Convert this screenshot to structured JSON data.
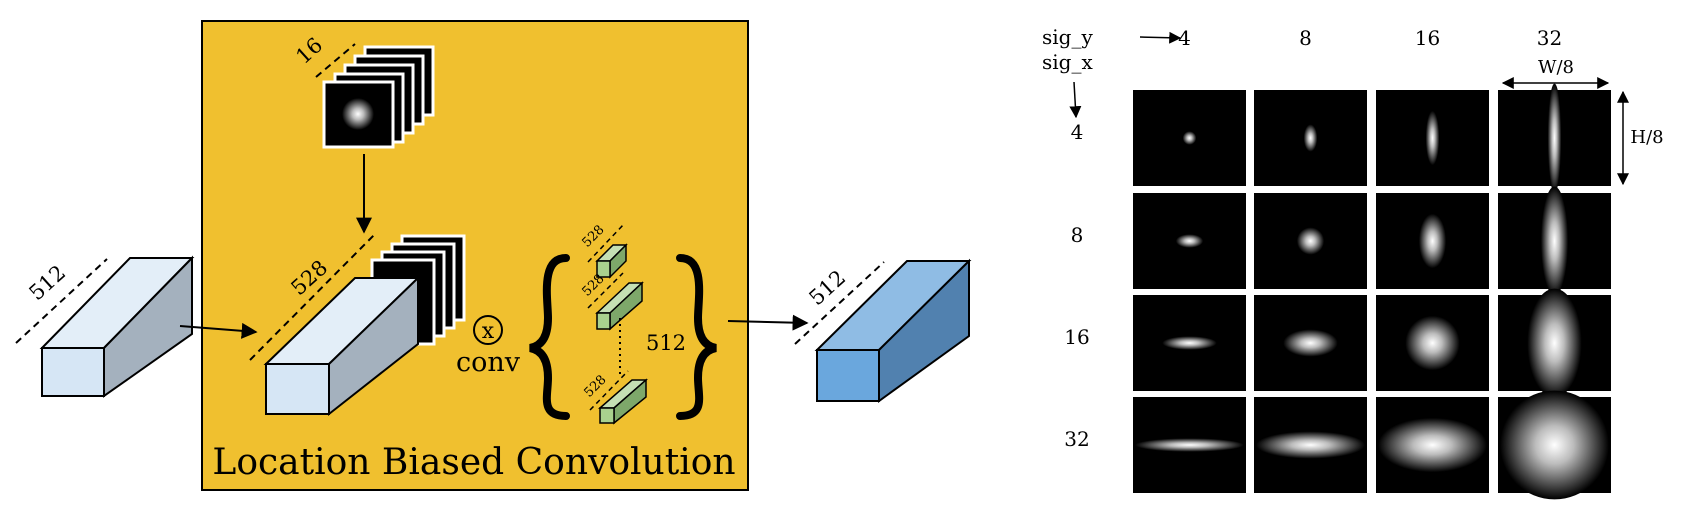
{
  "left_diagram": {
    "title": "Location Biased Convolution",
    "input_depth": "512",
    "concat_depth": "528",
    "gaussian_count": "16",
    "op_symbol": "x",
    "op_label": "conv",
    "filter_depth": "528",
    "filter_count": "512",
    "output_depth": "512",
    "colors": {
      "panel": "#F0C02F",
      "input_front": "#D6E6F5",
      "input_top": "#E3EEF8",
      "input_side": "#A4B1BE",
      "output_front": "#6AA7DD",
      "output_top": "#8FBCE4",
      "output_side": "#5181AF",
      "filter_front": "#A9D18E",
      "filter_top": "#C5E0B4",
      "filter_side": "#7EA86A"
    }
  },
  "right_grid": {
    "row_axis_label": "sig_y",
    "col_axis_label": "sig_x",
    "column_values": [
      "4",
      "8",
      "16",
      "32"
    ],
    "row_values": [
      "4",
      "8",
      "16",
      "32"
    ],
    "width_label": "W/8",
    "height_label": "H/8",
    "sigmas": [
      4,
      8,
      16,
      32
    ]
  }
}
